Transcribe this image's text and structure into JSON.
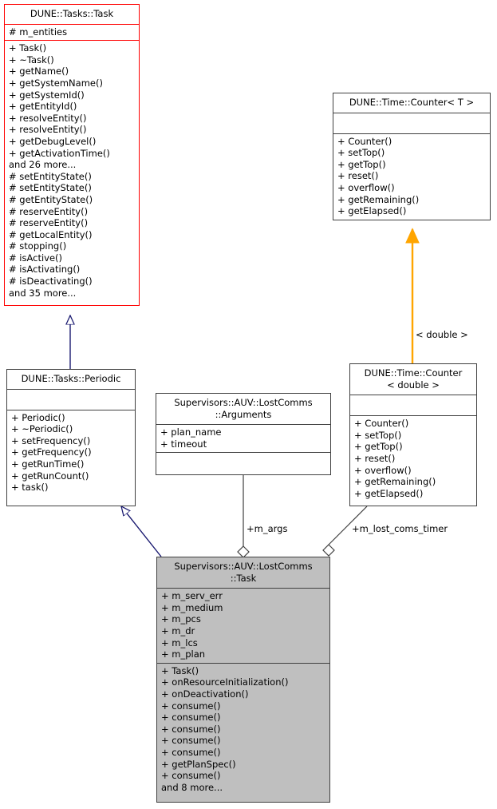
{
  "diagram": {
    "type": "uml-class-diagram",
    "title": "Supervisors::AUV::LostComms::Task collaboration diagram",
    "colors": {
      "highlight_border": "#ff0000",
      "normal_border": "#404040",
      "shaded_fill": "#bfbfbf",
      "inheritance_edge": "#191970",
      "instantiation_edge": "#ffa500",
      "aggregation_edge": "#404040",
      "background": "#ffffff"
    },
    "classes": [
      {
        "id": "dune-tasks-task",
        "name": "DUNE::Tasks::Task",
        "style": "highlighted",
        "attributes": [
          "# m_entities"
        ],
        "operations": [
          "+ Task()",
          "+ ~Task()",
          "+ getName()",
          "+ getSystemName()",
          "+ getSystemId()",
          "+ getEntityId()",
          "+ resolveEntity()",
          "+ resolveEntity()",
          "+ getDebugLevel()",
          "+ getActivationTime()",
          "and 26 more...",
          "# setEntityState()",
          "# setEntityState()",
          "# getEntityState()",
          "# reserveEntity()",
          "# reserveEntity()",
          "# getLocalEntity()",
          "# stopping()",
          "# isActive()",
          "# isActivating()",
          "# isDeactivating()",
          "and 35 more..."
        ]
      },
      {
        "id": "dune-tasks-periodic",
        "name": "DUNE::Tasks::Periodic",
        "style": "normal",
        "attributes": [],
        "operations": [
          "+ Periodic()",
          "+ ~Periodic()",
          "+ setFrequency()",
          "+ getFrequency()",
          "+ getRunTime()",
          "+ getRunCount()",
          "+ task()"
        ]
      },
      {
        "id": "dune-time-counter-t",
        "name": "DUNE::Time::Counter< T >",
        "style": "normal",
        "attributes": [],
        "operations": [
          "+ Counter()",
          "+ setTop()",
          "+ getTop()",
          "+ reset()",
          "+ overflow()",
          "+ getRemaining()",
          "+ getElapsed()"
        ]
      },
      {
        "id": "dune-time-counter-double",
        "name": "DUNE::Time::Counter\n< double >",
        "style": "normal",
        "attributes": [],
        "operations": [
          "+ Counter()",
          "+ setTop()",
          "+ getTop()",
          "+ reset()",
          "+ overflow()",
          "+ getRemaining()",
          "+ getElapsed()"
        ]
      },
      {
        "id": "lostcomms-arguments",
        "name": "Supervisors::AUV::LostComms\n::Arguments",
        "style": "normal",
        "attributes": [
          "+ plan_name",
          "+ timeout"
        ],
        "operations": []
      },
      {
        "id": "lostcomms-task",
        "name": "Supervisors::AUV::LostComms\n::Task",
        "style": "shaded",
        "attributes": [
          "+ m_serv_err",
          "+ m_medium",
          "+ m_pcs",
          "+ m_dr",
          "+ m_lcs",
          "+ m_plan"
        ],
        "operations": [
          "+ Task()",
          "+ onResourceInitialization()",
          "+ onDeactivation()",
          "+ consume()",
          "+ consume()",
          "+ consume()",
          "+ consume()",
          "+ consume()",
          "+ getPlanSpec()",
          "+ consume()",
          "and 8 more..."
        ]
      }
    ],
    "edges": [
      {
        "id": "edge-task-periodic",
        "kind": "inheritance",
        "from": "dune-tasks-periodic",
        "to": "dune-tasks-task",
        "label": ""
      },
      {
        "id": "edge-periodic-lostcomms",
        "kind": "inheritance",
        "from": "lostcomms-task",
        "to": "dune-tasks-periodic",
        "label": ""
      },
      {
        "id": "edge-counter-instantiation",
        "kind": "instantiation",
        "from": "dune-time-counter-double",
        "to": "dune-time-counter-t",
        "label": "< double >"
      },
      {
        "id": "edge-args-aggregation",
        "kind": "aggregation",
        "from": "lostcomms-arguments",
        "to": "lostcomms-task",
        "label": "+m_args"
      },
      {
        "id": "edge-timer-aggregation",
        "kind": "aggregation",
        "from": "dune-time-counter-double",
        "to": "lostcomms-task",
        "label": "+m_lost_coms_timer"
      }
    ]
  }
}
